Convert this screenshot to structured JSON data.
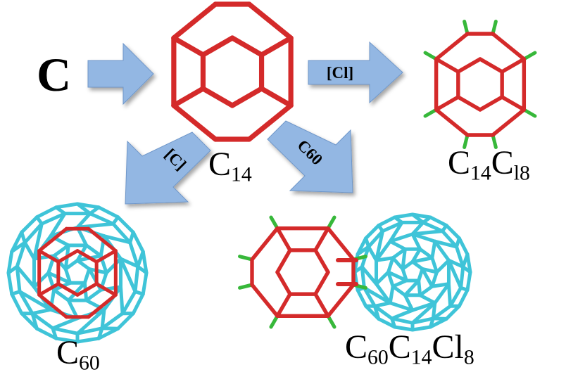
{
  "colors": {
    "arrow_fill": "#93b7e3",
    "arrow_stroke": "#6f97c9",
    "c14_bond": "#d42a2a",
    "c60_bond": "#3fc4d8",
    "cl_bond": "#37b83a"
  },
  "labels": {
    "reactant": "C",
    "c14": {
      "base": "C",
      "sub": "14"
    },
    "c14cl8": {
      "base1": "C",
      "sub1": "14",
      "base2": "C",
      "sub2": "l8"
    },
    "c60": {
      "base": "C",
      "sub": "60"
    },
    "product": {
      "base1": "C",
      "sub1": "60",
      "base2": "C",
      "sub2": "14",
      "base3": "Cl",
      "sub3": "8"
    }
  },
  "arrows": {
    "chlorination": "[Cl]",
    "carbon_addition": "[C]",
    "c60_addition": "C60"
  }
}
